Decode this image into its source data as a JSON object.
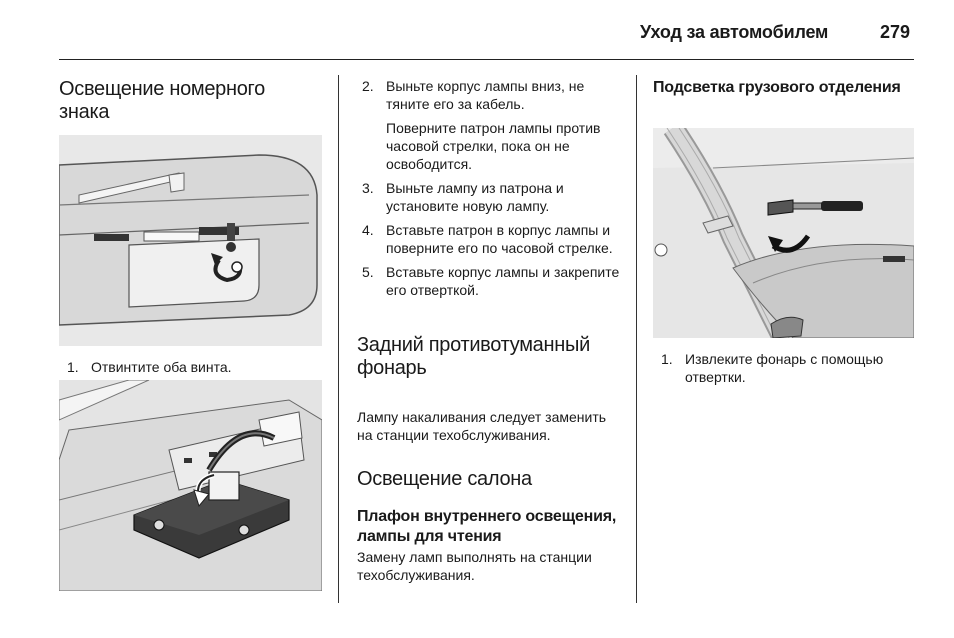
{
  "header": {
    "title": "Уход за автомобилем",
    "page_number": "279"
  },
  "col1": {
    "heading": "Освещение номерного знака",
    "steps": [
      {
        "num": "1.",
        "text": "Отвинтите оба винта."
      }
    ]
  },
  "col2": {
    "steps": [
      {
        "num": "2.",
        "text": "Выньте корпус лампы вниз, не тяните его за кабель.",
        "extra": "Поверните патрон лампы против часовой стрелки, пока он не освободится."
      },
      {
        "num": "3.",
        "text": "Выньте лампу из патрона и установите новую лампу."
      },
      {
        "num": "4.",
        "text": "Вставьте патрон в корпус лампы и поверните его по часовой стрелке."
      },
      {
        "num": "5.",
        "text": "Вставьте корпус лампы и закрепите его отверткой."
      }
    ],
    "fog_heading": "Задний противотуманный фонарь",
    "fog_text": "Лампу накаливания следует заменить на станции техобслуживания.",
    "interior_heading": "Освещение салона",
    "dome_heading": "Плафон внутреннего освещения, лампы для чтения",
    "dome_text": "Замену ламп выполнять на станции техобслуживания."
  },
  "col3": {
    "heading": "Подсветка грузового отделения",
    "steps": [
      {
        "num": "1.",
        "text": "Извлеките фонарь с помощью отвертки."
      }
    ]
  }
}
